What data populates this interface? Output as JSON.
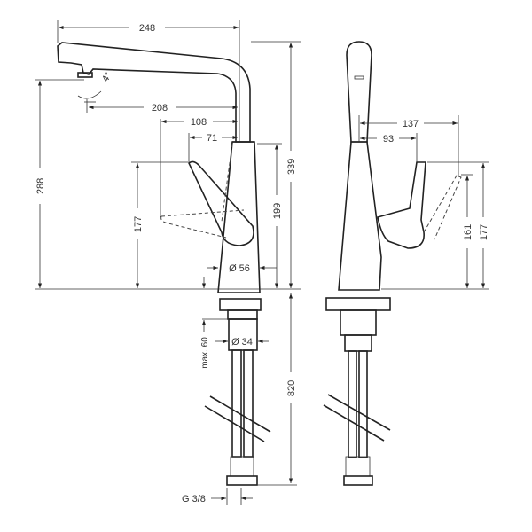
{
  "drawing": {
    "side_view": {
      "width_total": "248",
      "spout_angle": "4°",
      "reach_spout": "208",
      "reach_lever_open": "108",
      "reach_lever_closed": "71",
      "height_total": "339",
      "height_spout_outlet": "288",
      "height_lever": "177",
      "height_body": "199",
      "body_diameter": "Ø 56",
      "max_deck_thickness": "max. 60",
      "shank_diameter": "Ø 34",
      "hose_length": "820",
      "connection_thread": "G 3/8"
    },
    "front_view": {
      "lever_reach_total": "137",
      "lever_reach": "93",
      "lever_height_low": "161",
      "lever_height": "177"
    }
  }
}
